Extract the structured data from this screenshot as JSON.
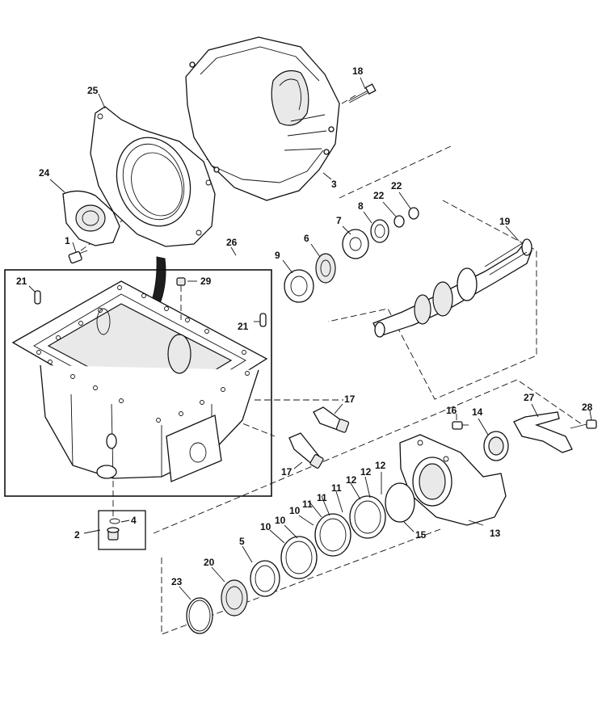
{
  "callouts": {
    "c1": "1",
    "c2": "2",
    "c3": "3",
    "c4": "4",
    "c5": "5",
    "c6": "6",
    "c7": "7",
    "c8": "8",
    "c9": "9",
    "c10a": "10",
    "c10b": "10",
    "c10c": "10",
    "c11a": "11",
    "c11b": "11",
    "c11c": "11",
    "c12a": "12",
    "c12b": "12",
    "c12c": "12",
    "c13": "13",
    "c14": "14",
    "c15": "15",
    "c16": "16",
    "c17a": "17",
    "c17b": "17",
    "c18": "18",
    "c19": "19",
    "c20": "20",
    "c21a": "21",
    "c21b": "21",
    "c22a": "22",
    "c22b": "22",
    "c23": "23",
    "c24": "24",
    "c25": "25",
    "c26": "26",
    "c27": "27",
    "c28": "28",
    "c29": "29"
  },
  "colors": {
    "line": "#111111",
    "paper": "#ffffff",
    "shade": "#e9e9e9"
  }
}
